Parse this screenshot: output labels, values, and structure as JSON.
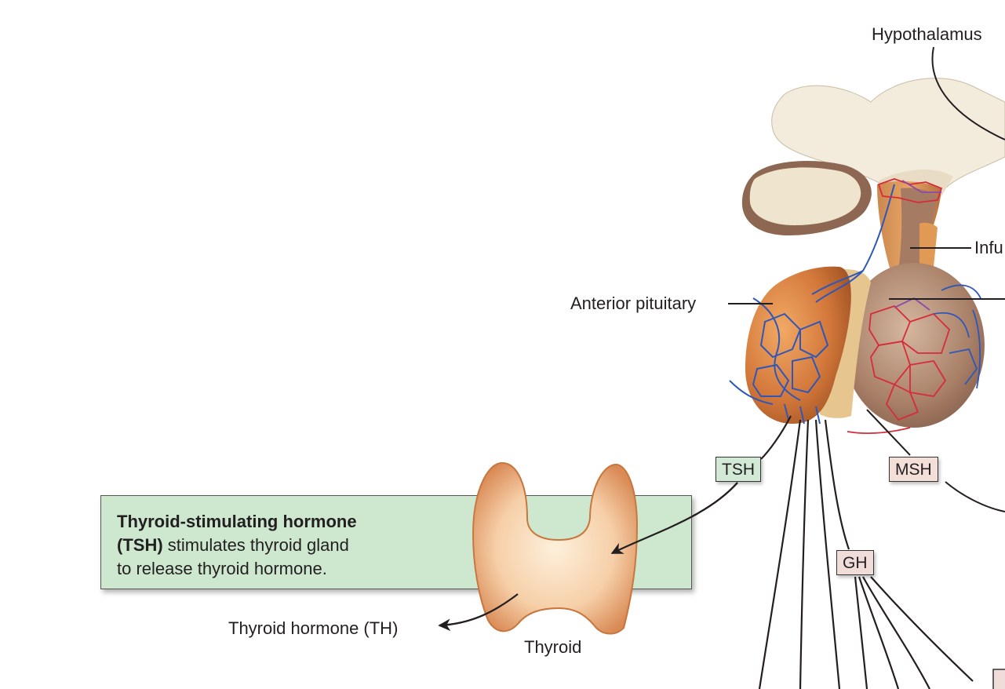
{
  "labels": {
    "hypothalamus": "Hypothalamus",
    "infundibulum_partial": "Infu",
    "anterior_pituitary": "Anterior pituitary",
    "thyroid": "Thyroid",
    "thyroid_hormone": "Thyroid hormone (TH)"
  },
  "tags": {
    "tsh": "TSH",
    "msh": "MSH",
    "gh": "GH"
  },
  "tsh_box": {
    "title_bold": "Thyroid-stimulating hormone",
    "abbr_bold": "(TSH)",
    "line1_rest": " stimulates thyroid gland",
    "line2": "to release thyroid hormone."
  },
  "colors": {
    "green_box": "#cde8cf",
    "green_tag": "#d2ead5",
    "pink_tag": "#f0dcd9",
    "anterior_lobe": "#d9823f",
    "posterior_lobe": "#a77e66",
    "thyroid": "#f2c49a",
    "artery": "#d62c3a",
    "vein": "#2e57b8"
  }
}
